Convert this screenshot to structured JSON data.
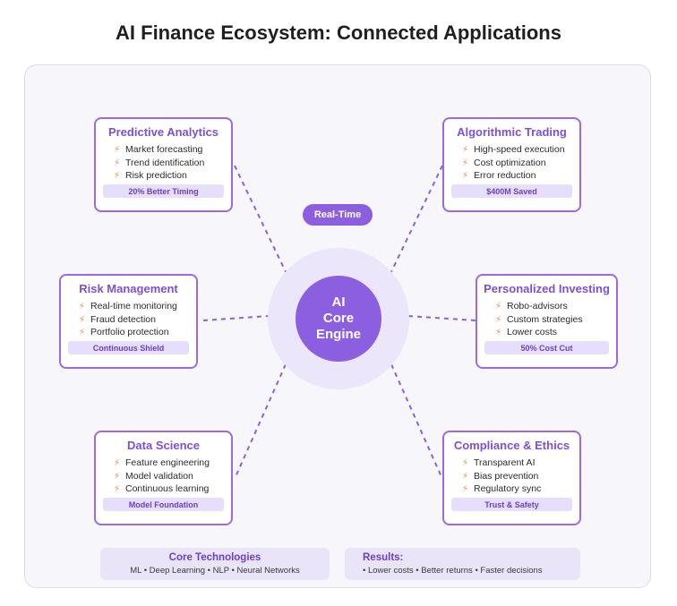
{
  "title": "AI Finance Ecosystem: Connected Applications",
  "center": {
    "label": "AI\nCore\nEngine",
    "badge": "Real-Time"
  },
  "cards": [
    {
      "title": "Predictive Analytics",
      "items": [
        "Market forecasting",
        "Trend identification",
        "Risk prediction"
      ],
      "tag": "20% Better Timing"
    },
    {
      "title": "Algorithmic Trading",
      "items": [
        "High-speed execution",
        "Cost optimization",
        "Error reduction"
      ],
      "tag": "$400M Saved"
    },
    {
      "title": "Risk Management",
      "items": [
        "Real-time monitoring",
        "Fraud detection",
        "Portfolio protection"
      ],
      "tag": "Continuous Shield"
    },
    {
      "title": "Personalized Investing",
      "items": [
        "Robo-advisors",
        "Custom strategies",
        "Lower costs"
      ],
      "tag": "50% Cost Cut"
    },
    {
      "title": "Data Science",
      "items": [
        "Feature engineering",
        "Model validation",
        "Continuous learning"
      ],
      "tag": "Model Foundation"
    },
    {
      "title": "Compliance & Ethics",
      "items": [
        "Transparent AI",
        "Bias prevention",
        "Regulatory sync"
      ],
      "tag": "Trust & Safety"
    }
  ],
  "footer": {
    "left": {
      "title": "Core Technologies",
      "text": "ML • Deep Learning • NLP • Neural Networks"
    },
    "right": {
      "title": "Results:",
      "text": "• Lower costs • Better returns • Faster decisions"
    }
  },
  "colors": {
    "accent": "#8b5fdf",
    "bolt": "#f08a3e",
    "card_border": "#9b6ae3"
  },
  "icons": {
    "bullet": "lightning-bolt-icon"
  }
}
